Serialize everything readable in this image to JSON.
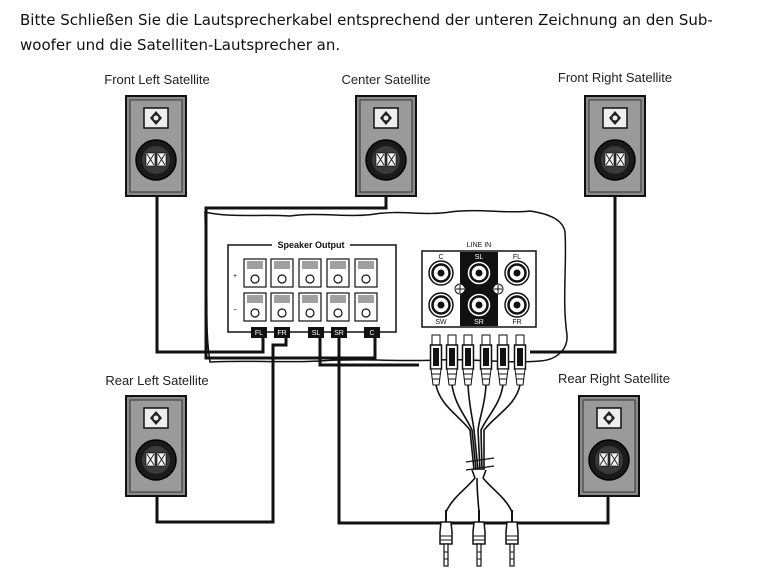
{
  "instruction": {
    "line1": "Bitte Schließen Sie die Lautsprecherkabel entsprechend der unteren Zeichnung an den Sub-",
    "line2": "woofer und die Satelliten-Lautsprecher an."
  },
  "speakers": {
    "front_left": "Front Left Satellite",
    "center": "Center Satellite",
    "front_right": "Front Right Satellite",
    "rear_left": "Rear Left Satellite",
    "rear_right": "Rear Right Satellite"
  },
  "speaker_output": {
    "title": "Speaker Output",
    "plus": "+",
    "minus": "−",
    "terminals": [
      "FL",
      "FR",
      "SL",
      "SR",
      "C"
    ]
  },
  "line_in": {
    "title": "LINE IN",
    "jacks": [
      "C",
      "SL",
      "FL",
      "SW",
      "SR",
      "FR"
    ]
  }
}
